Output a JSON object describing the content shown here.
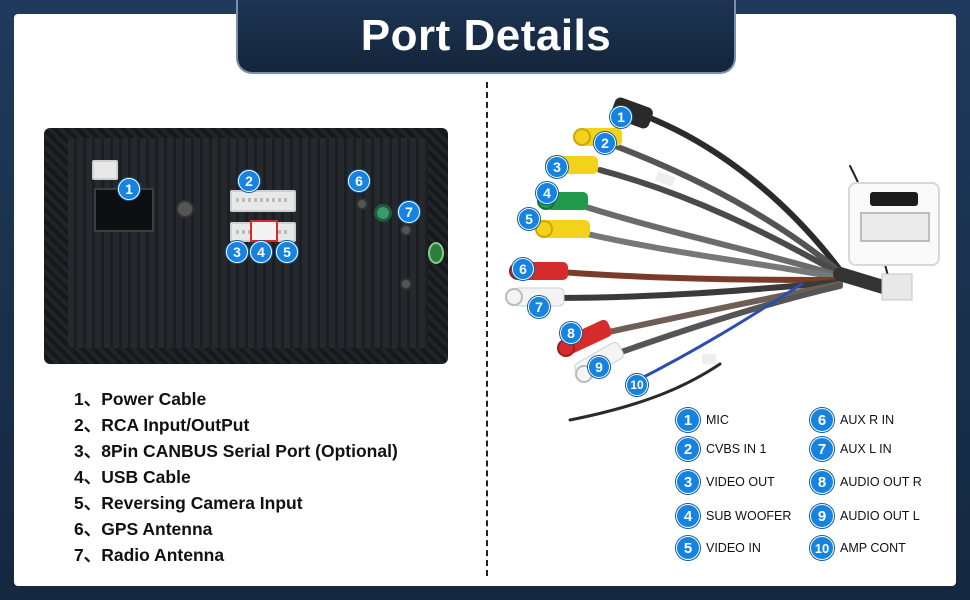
{
  "header": {
    "title": "Port Details"
  },
  "port_list": [
    "1、Power Cable",
    "2、RCA Input/OutPut",
    "3、8Pin CANBUS Serial Port (Optional)",
    "4、USB Cable",
    "5、Reversing Camera Input",
    "6、GPS Antenna",
    "7、Radio Antenna"
  ],
  "unit_badges": [
    "1",
    "2",
    "3",
    "4",
    "5",
    "6",
    "7"
  ],
  "harness_badges": [
    "1",
    "2",
    "3",
    "4",
    "5",
    "6",
    "7",
    "8",
    "9",
    "10"
  ],
  "legend": [
    {
      "num": "1",
      "label": "MIC"
    },
    {
      "num": "2",
      "label": "CVBS IN 1"
    },
    {
      "num": "3",
      "label": "VIDEO OUT"
    },
    {
      "num": "4",
      "label": "SUB WOOFER"
    },
    {
      "num": "5",
      "label": "VIDEO IN"
    },
    {
      "num": "6",
      "label": "AUX R IN"
    },
    {
      "num": "7",
      "label": "AUX L IN"
    },
    {
      "num": "8",
      "label": "AUDIO OUT R"
    },
    {
      "num": "9",
      "label": "AUDIO OUT L"
    },
    {
      "num": "10",
      "label": "AMP CONT"
    }
  ],
  "colors": {
    "badge": "#1683e0",
    "header_bg": "#1d3553",
    "rca_yellow": "#f2d21b",
    "rca_red": "#d62b2b",
    "rca_white": "#f4f4f4",
    "rca_green": "#1f9a4a"
  }
}
